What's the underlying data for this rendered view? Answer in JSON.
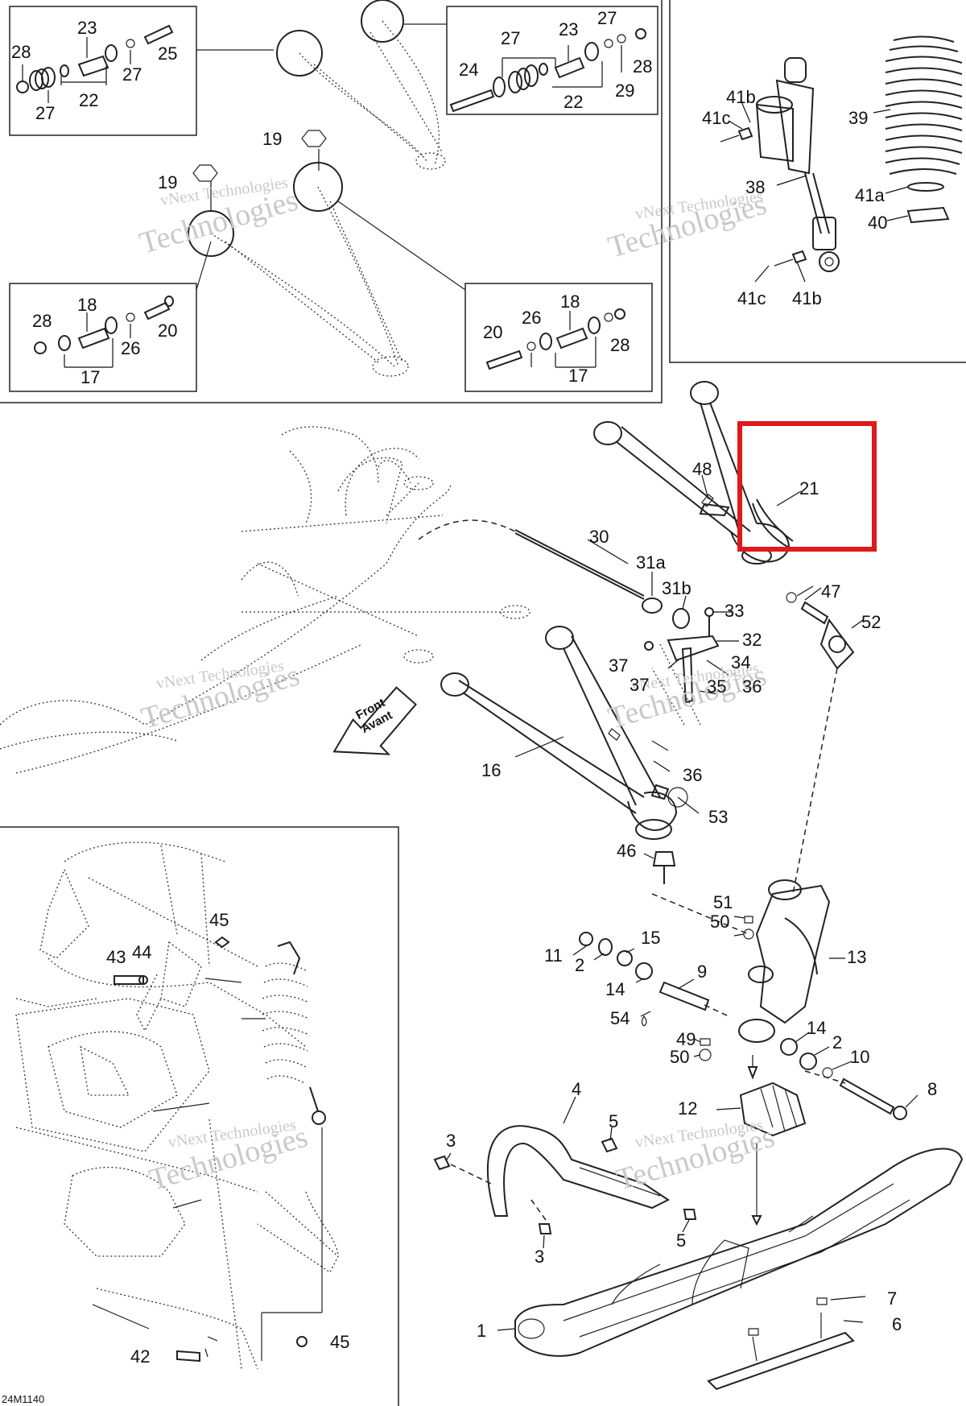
{
  "diagram_id": "24M1140",
  "watermark": {
    "line1": "vNext Technologies",
    "line2": "Technologies"
  },
  "arrow_label": {
    "line1": "Front",
    "line2": "Avant"
  },
  "highlight_color": "#e0191b",
  "callouts": [
    {
      "id": "c-28-a",
      "label": "28"
    },
    {
      "id": "c-23-a",
      "label": "23"
    },
    {
      "id": "c-27-a",
      "label": "27"
    },
    {
      "id": "c-25",
      "label": "25"
    },
    {
      "id": "c-27-b",
      "label": "27"
    },
    {
      "id": "c-22-a",
      "label": "22"
    },
    {
      "id": "c-27-c",
      "label": "27"
    },
    {
      "id": "c-23-b",
      "label": "23"
    },
    {
      "id": "c-27-d",
      "label": "27"
    },
    {
      "id": "c-24",
      "label": "24"
    },
    {
      "id": "c-28-b",
      "label": "28"
    },
    {
      "id": "c-29",
      "label": "29"
    },
    {
      "id": "c-22-b",
      "label": "22"
    },
    {
      "id": "c-19-a",
      "label": "19"
    },
    {
      "id": "c-19-b",
      "label": "19"
    },
    {
      "id": "c-28-c",
      "label": "28"
    },
    {
      "id": "c-18-a",
      "label": "18"
    },
    {
      "id": "c-20-a",
      "label": "20"
    },
    {
      "id": "c-26-a",
      "label": "26"
    },
    {
      "id": "c-17-a",
      "label": "17"
    },
    {
      "id": "c-18-b",
      "label": "18"
    },
    {
      "id": "c-26-b",
      "label": "26"
    },
    {
      "id": "c-20-b",
      "label": "20"
    },
    {
      "id": "c-28-d",
      "label": "28"
    },
    {
      "id": "c-17-b",
      "label": "17"
    },
    {
      "id": "c-41b-a",
      "label": "41b"
    },
    {
      "id": "c-41c-a",
      "label": "41c"
    },
    {
      "id": "c-39",
      "label": "39"
    },
    {
      "id": "c-38",
      "label": "38"
    },
    {
      "id": "c-41a",
      "label": "41a"
    },
    {
      "id": "c-40",
      "label": "40"
    },
    {
      "id": "c-41c-b",
      "label": "41c"
    },
    {
      "id": "c-41b-b",
      "label": "41b"
    },
    {
      "id": "c-48",
      "label": "48"
    },
    {
      "id": "c-21",
      "label": "21"
    },
    {
      "id": "c-30",
      "label": "30"
    },
    {
      "id": "c-31a",
      "label": "31a"
    },
    {
      "id": "c-31b",
      "label": "31b"
    },
    {
      "id": "c-33",
      "label": "33"
    },
    {
      "id": "c-47",
      "label": "47"
    },
    {
      "id": "c-52",
      "label": "52"
    },
    {
      "id": "c-32",
      "label": "32"
    },
    {
      "id": "c-37-a",
      "label": "37"
    },
    {
      "id": "c-34",
      "label": "34"
    },
    {
      "id": "c-37-b",
      "label": "37"
    },
    {
      "id": "c-35",
      "label": "35"
    },
    {
      "id": "c-36-a",
      "label": "36"
    },
    {
      "id": "c-36-b",
      "label": "36"
    },
    {
      "id": "c-16",
      "label": "16"
    },
    {
      "id": "c-53",
      "label": "53"
    },
    {
      "id": "c-46",
      "label": "46"
    },
    {
      "id": "c-51",
      "label": "51"
    },
    {
      "id": "c-50-a",
      "label": "50"
    },
    {
      "id": "c-11",
      "label": "11"
    },
    {
      "id": "c-15",
      "label": "15"
    },
    {
      "id": "c-13",
      "label": "13"
    },
    {
      "id": "c-2-a",
      "label": "2"
    },
    {
      "id": "c-9",
      "label": "9"
    },
    {
      "id": "c-14-a",
      "label": "14"
    },
    {
      "id": "c-54",
      "label": "54"
    },
    {
      "id": "c-49",
      "label": "49"
    },
    {
      "id": "c-14-b",
      "label": "14"
    },
    {
      "id": "c-2-b",
      "label": "2"
    },
    {
      "id": "c-50-b",
      "label": "50"
    },
    {
      "id": "c-10",
      "label": "10"
    },
    {
      "id": "c-8",
      "label": "8"
    },
    {
      "id": "c-4",
      "label": "4"
    },
    {
      "id": "c-12",
      "label": "12"
    },
    {
      "id": "c-5-a",
      "label": "5"
    },
    {
      "id": "c-3-a",
      "label": "3"
    },
    {
      "id": "c-3-b",
      "label": "3"
    },
    {
      "id": "c-5-b",
      "label": "5"
    },
    {
      "id": "c-7",
      "label": "7"
    },
    {
      "id": "c-6",
      "label": "6"
    },
    {
      "id": "c-1",
      "label": "1"
    },
    {
      "id": "c-45-a",
      "label": "45"
    },
    {
      "id": "c-43",
      "label": "43"
    },
    {
      "id": "c-44",
      "label": "44"
    },
    {
      "id": "c-42",
      "label": "42"
    },
    {
      "id": "c-45-b",
      "label": "45"
    }
  ]
}
